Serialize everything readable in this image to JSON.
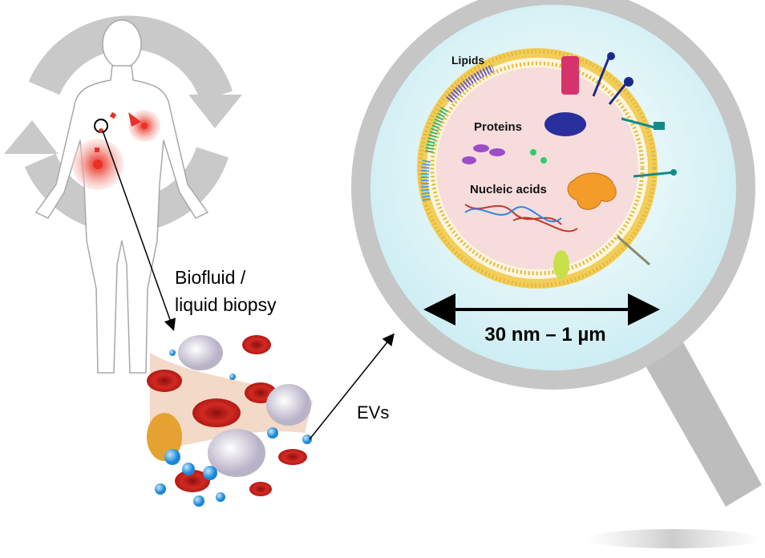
{
  "labels": {
    "biofluid_line1": "Biofluid /",
    "biofluid_line2": "liquid biopsy",
    "evs": "EVs",
    "lipids": "Lipids",
    "proteins": "Proteins",
    "nucleic_acids": "Nucleic acids",
    "size_range": "30 nm – 1 µm"
  },
  "colors": {
    "ring_grey": "#c8c8c8",
    "lens_fill": "#dff3f6",
    "vesicle_inner": "#f6dede",
    "membrane": "#f2c94c",
    "tumor_red": "#e8302a",
    "blood_red": "#c8231d"
  }
}
